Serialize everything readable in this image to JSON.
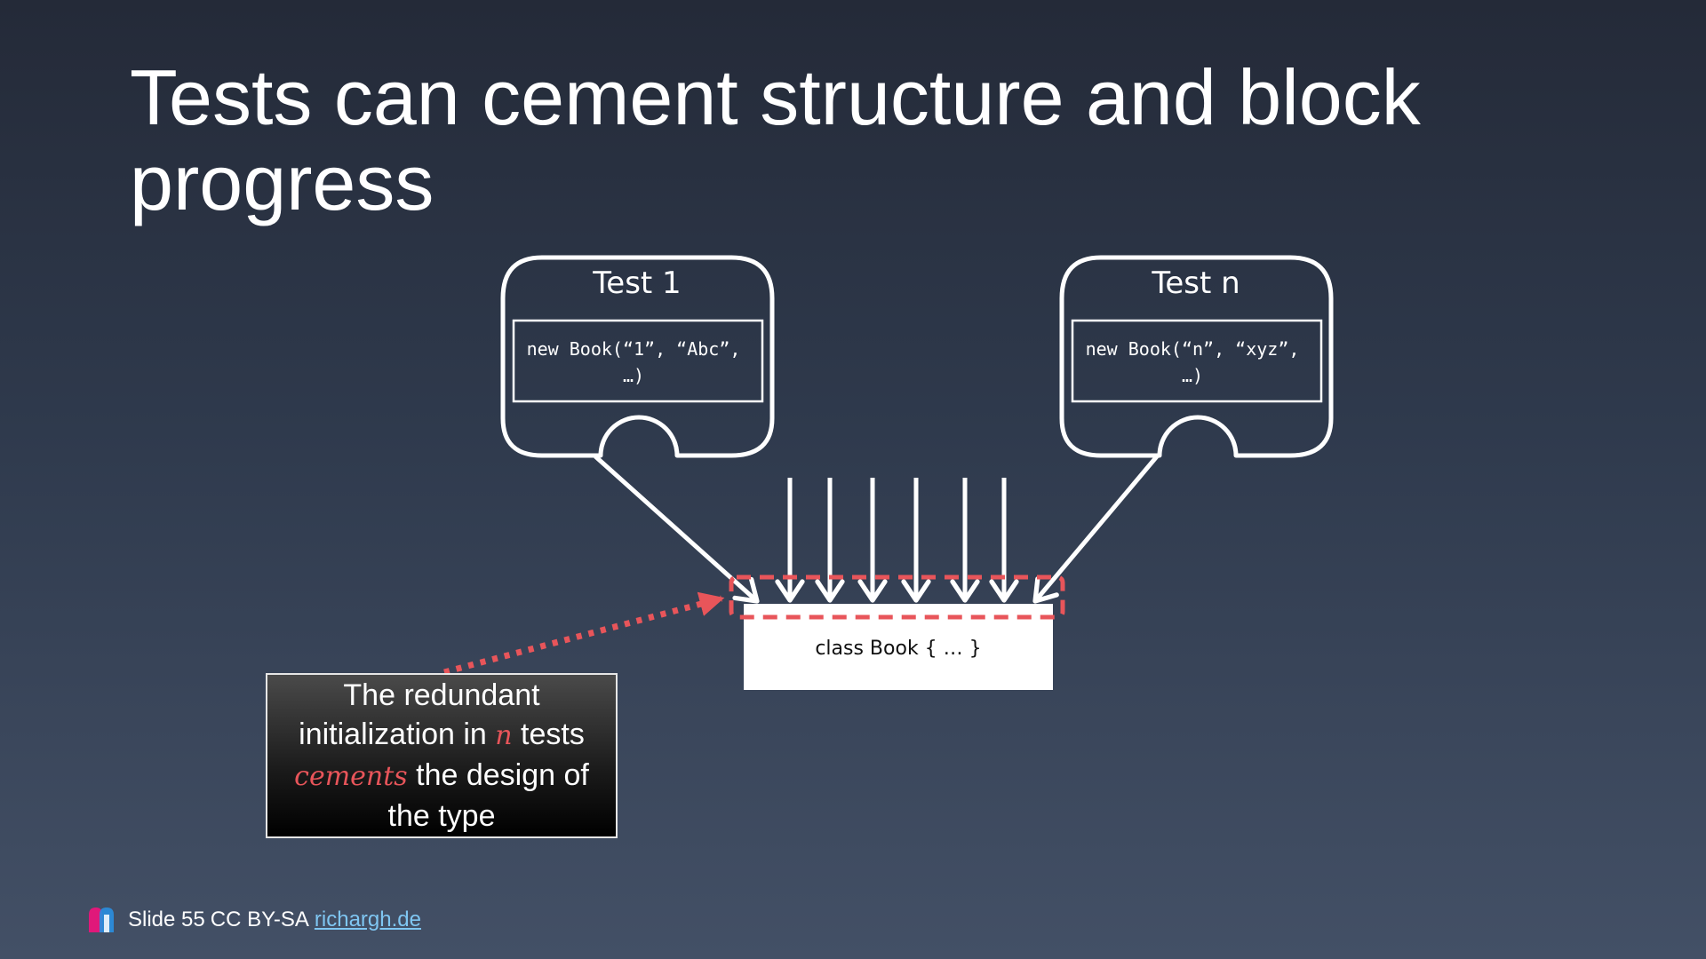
{
  "slide": {
    "title": "Tests can cement structure and block progress"
  },
  "diagram": {
    "test_left": {
      "title": "Test 1",
      "code_line1": "new Book(“1”, “Abc”,",
      "code_line2": "…)"
    },
    "test_right": {
      "title": "Test n",
      "code_line1": "new Book(“n”, “xyz”,",
      "code_line2": "…)"
    },
    "class_box": {
      "label": "class Book { … }"
    },
    "callout": {
      "text_a": "The redundant initialization in ",
      "highlight_n": "n",
      "text_b": " tests ",
      "highlight_cements": "cements",
      "text_c": " the design of the type"
    },
    "colors": {
      "accent_red": "#e8555a",
      "line_white": "#ffffff",
      "link_blue": "#7fc6f2"
    }
  },
  "footer": {
    "slide_label": "Slide 55",
    "license": "CC BY-SA",
    "link_text": "richargh.de",
    "logo_icon": "richargh-logo-icon"
  }
}
